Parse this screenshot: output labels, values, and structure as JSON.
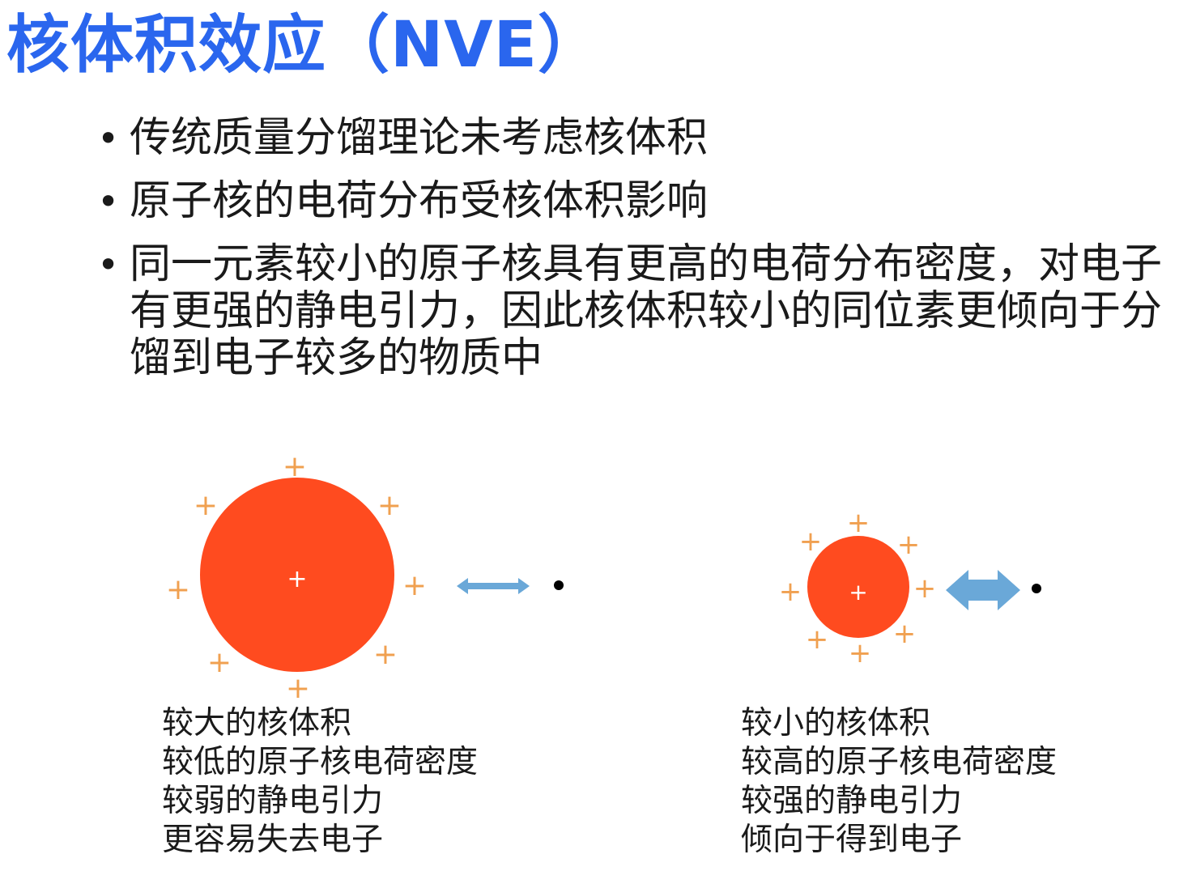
{
  "title": "核体积效应（NVE）",
  "bullets": [
    "传统质量分馏理论未考虑核体积",
    "原子核的电荷分布受核体积影响",
    "同一元素较小的原子核具有更高的电荷分布密度，对电子有更强的静电引力，因此核体积较小的同位素更倾向于分馏到电子较多的物质中"
  ],
  "plus_sign": "+",
  "left_caption": [
    "较大的核体积",
    "较低的原子核电荷密度",
    "较弱的静电引力",
    "更容易失去电子"
  ],
  "right_caption": [
    "较小的核体积",
    "较高的原子核电荷密度",
    "较强的静电引力",
    "倾向于得到电子"
  ],
  "colors": {
    "title": "#2a66ee",
    "nucleus": "#ff4b1f",
    "plus": "#f0a050",
    "arrow": "#6aa8d8",
    "electron": "#000000"
  }
}
